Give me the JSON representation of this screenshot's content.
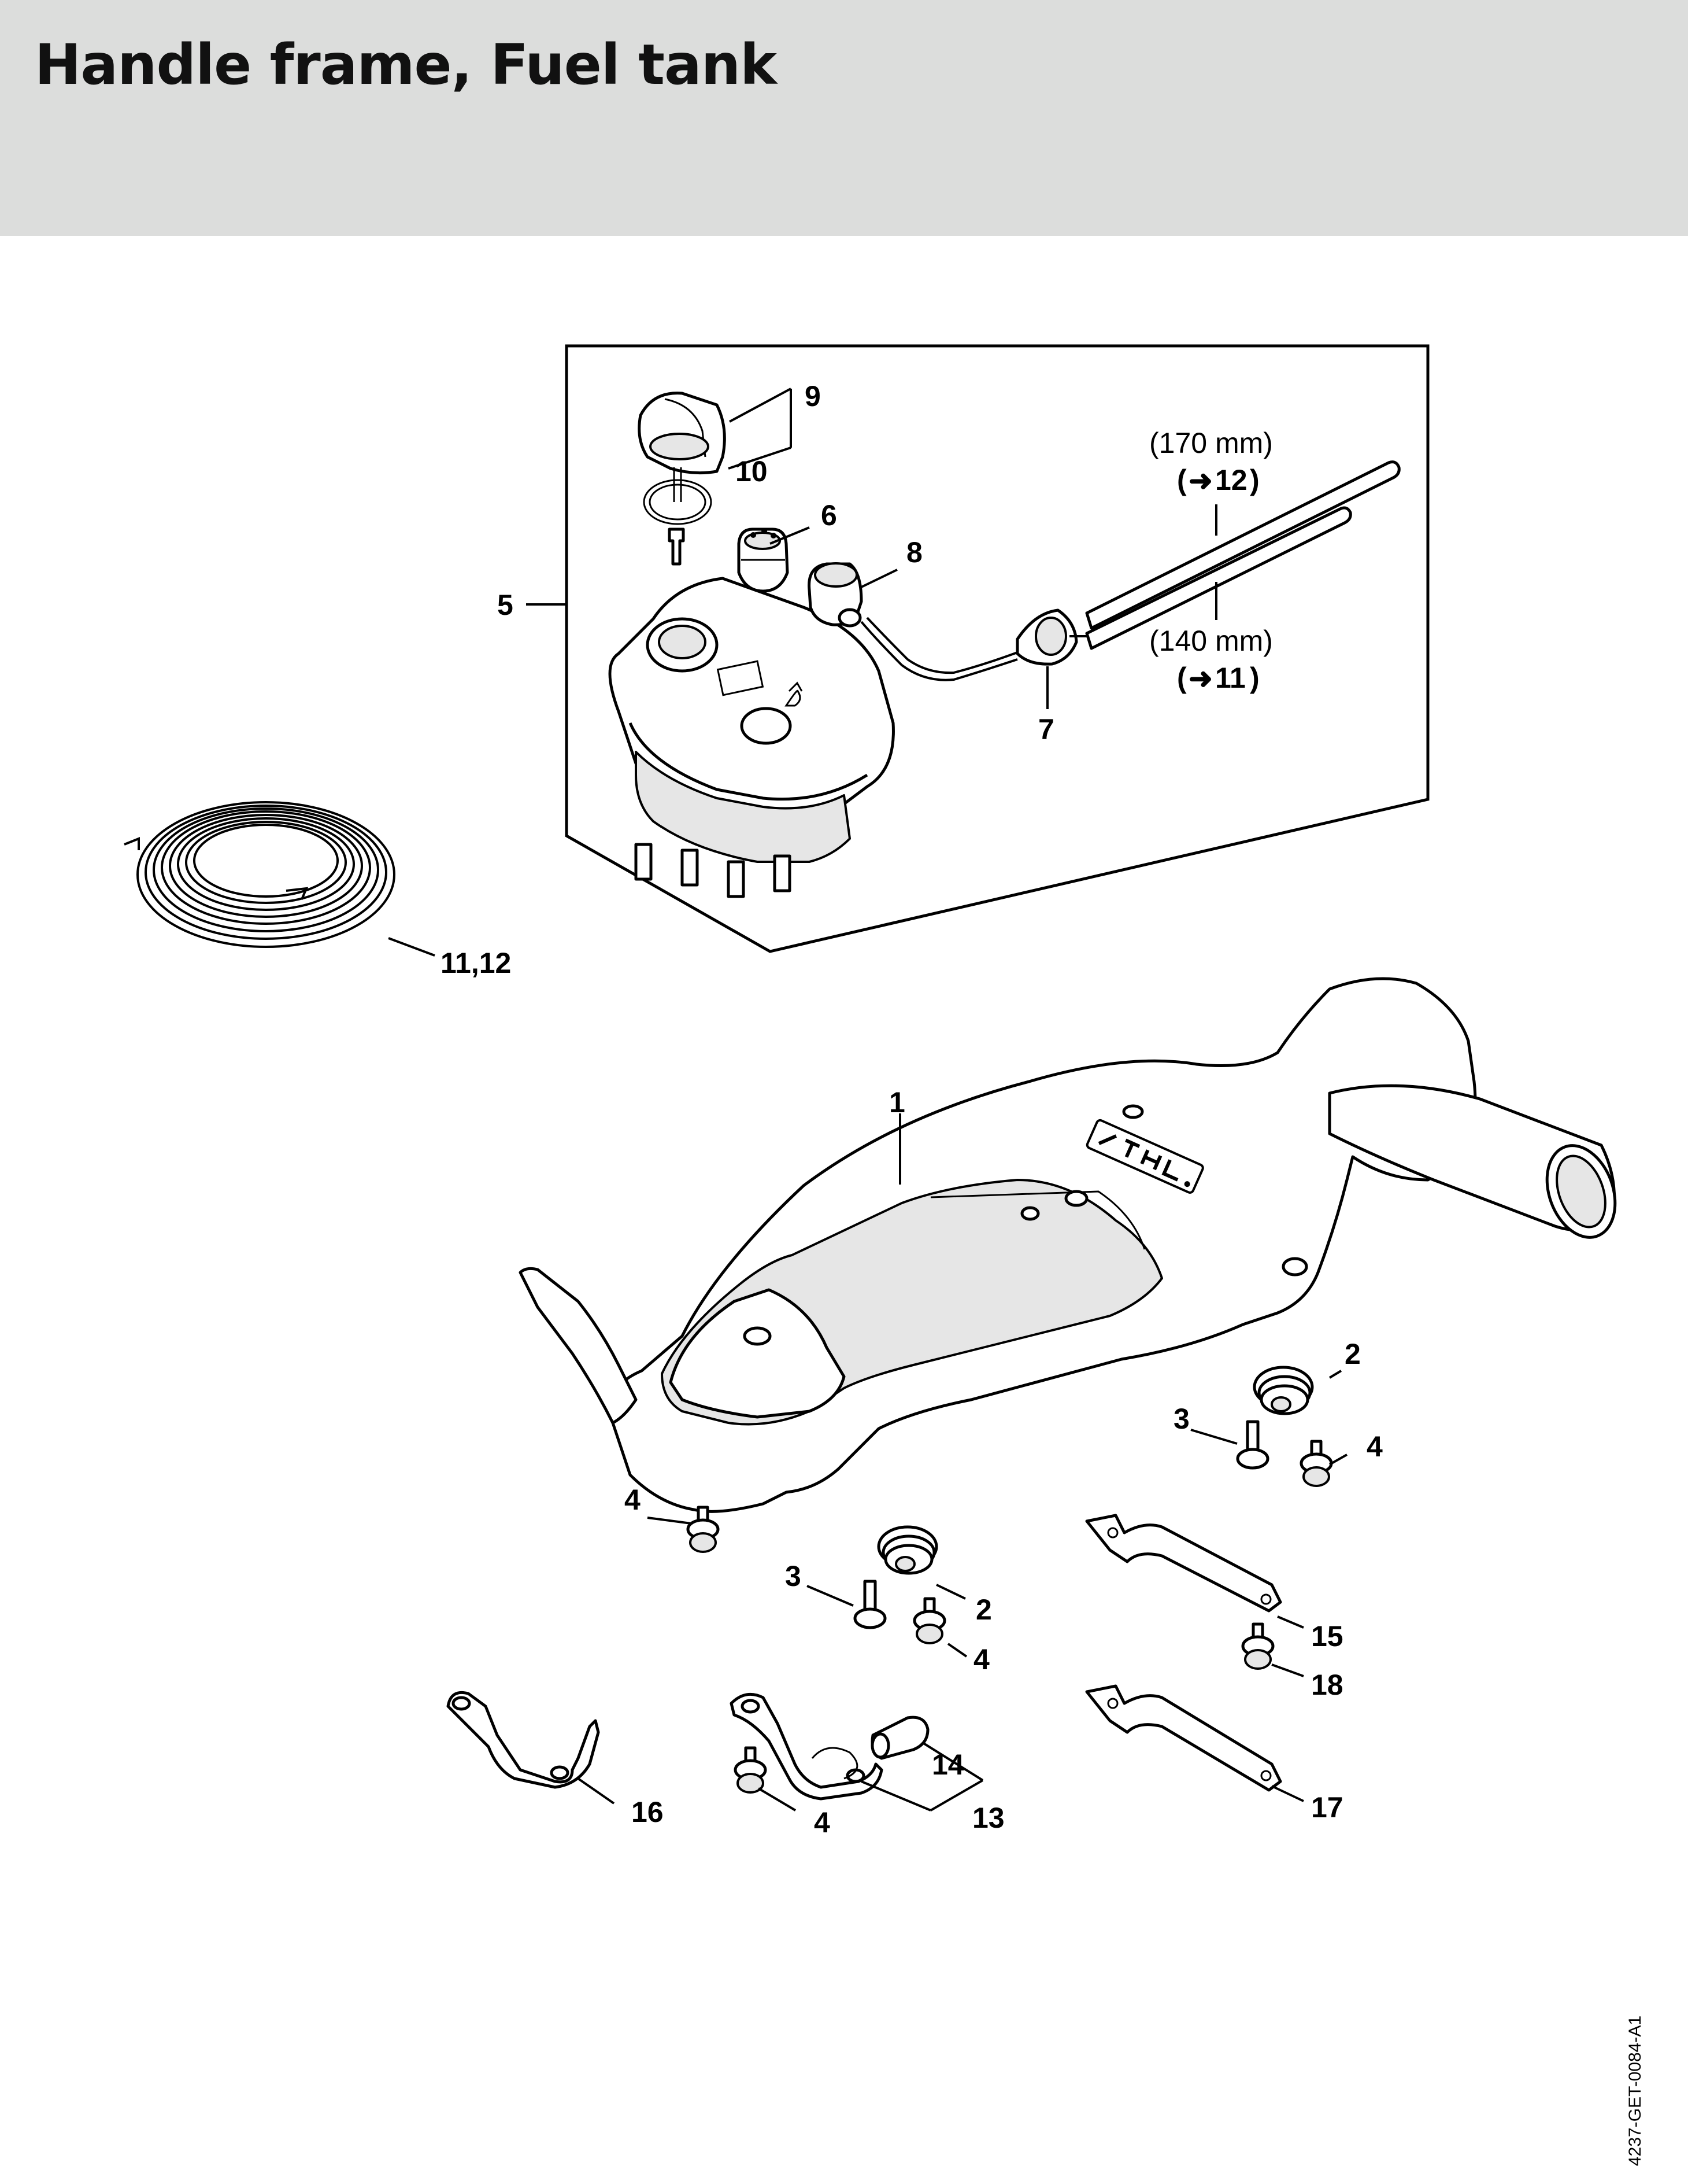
{
  "header": {
    "title": "Handle frame, Fuel tank"
  },
  "document_id": "4237-GET-0084-A1",
  "callouts": {
    "c1": "1",
    "c2a": "2",
    "c2b": "2",
    "c3a": "3",
    "c3b": "3",
    "c4a": "4",
    "c4b": "4",
    "c4c": "4",
    "c4d": "4",
    "c5": "5",
    "c6": "6",
    "c7": "7",
    "c8": "8",
    "c9": "9",
    "c10": "10",
    "c11_12": "11,12",
    "c13": "13",
    "c14": "14",
    "c15": "15",
    "c16": "16",
    "c17": "17",
    "c18": "18"
  },
  "hose_notes": {
    "upper_length": "(170 mm)",
    "upper_ref": "12",
    "lower_length": "(140 mm)",
    "lower_ref": "11"
  }
}
